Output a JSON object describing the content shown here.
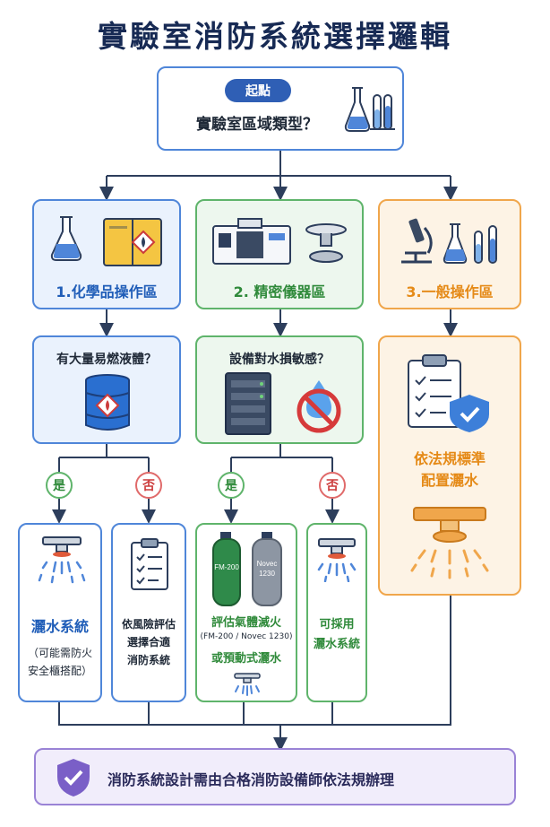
{
  "title": "實驗室消防系統選擇邏輯",
  "start": {
    "badge": "起點",
    "question": "實驗室區域類型？"
  },
  "zones": {
    "chemical": "1.化學品操作區",
    "instrument": "2. 精密儀器區",
    "general": "3.一般操作區"
  },
  "questions": {
    "flammable": "有大量易燃液體？",
    "water_sensitive": "設備對水損敏感？"
  },
  "answers": {
    "yes": "是",
    "no": "否"
  },
  "outcomes": {
    "sprinkler_title": "灑水系統",
    "sprinkler_note_1": "（可能需防火",
    "sprinkler_note_2": "安全櫃搭配）",
    "risk_1": "依風險評估",
    "risk_2": "選擇合適",
    "risk_3": "消防系統",
    "gas_title": "評估氣體滅火",
    "gas_detail": "(FM-200 / Novec 1230)",
    "gas_or": "或預動式灑水",
    "can_sprinkler_1": "可採用",
    "can_sprinkler_2": "灑水系統",
    "general_1": "依法規標準",
    "general_2": "配置灑水"
  },
  "tank_labels": {
    "left": "FM-200",
    "right_1": "Novec",
    "right_2": "1230"
  },
  "footer": "消防系統設計需由合格消防設備師依法規辦理",
  "colors": {
    "title": "#172a54",
    "blue": "#4f86d9",
    "green": "#5fb46b",
    "orange": "#f0a64b",
    "purple": "#9a83d6",
    "red": "#e06a6a",
    "line": "#2d3e5c"
  }
}
